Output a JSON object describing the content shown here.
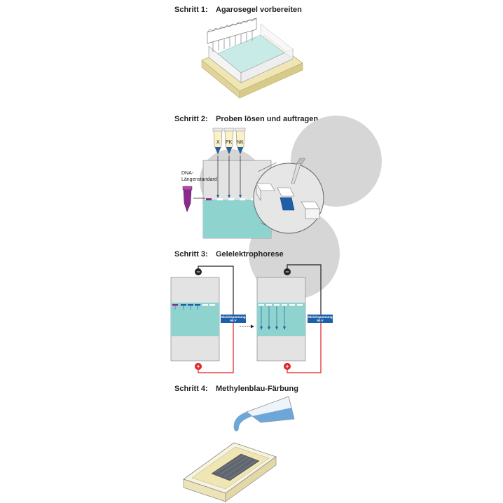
{
  "steps": [
    {
      "number": "Schritt 1:",
      "title": "Agarosegel vorbereiten"
    },
    {
      "number": "Schritt 2:",
      "title": "Proben lösen und auftragen"
    },
    {
      "number": "Schritt 3:",
      "title": "Gelelektrophorese"
    },
    {
      "number": "Schritt 4:",
      "title": "Methylenblau-Färbung"
    }
  ],
  "tubes": [
    "X",
    "PK",
    "NK"
  ],
  "marker_label": [
    "DNA-",
    "Längenstandard"
  ],
  "voltage_label": [
    "Gleichspannung",
    "90 V"
  ],
  "polarity": {
    "negative": "−",
    "positive": "+"
  },
  "colors": {
    "gel": "#8fd3cf",
    "gel_light": "#c8ebe8",
    "tank": "#e3e3e3",
    "zoom_circle": "#cfcfcf",
    "sample_blue": "#1f5fa8",
    "marker_purple": "#8a2a8a",
    "wire_red": "#e02020",
    "wire_black": "#222222",
    "tray_yellow": "#efe6b4",
    "dye_blue": "#6ea6d8"
  }
}
